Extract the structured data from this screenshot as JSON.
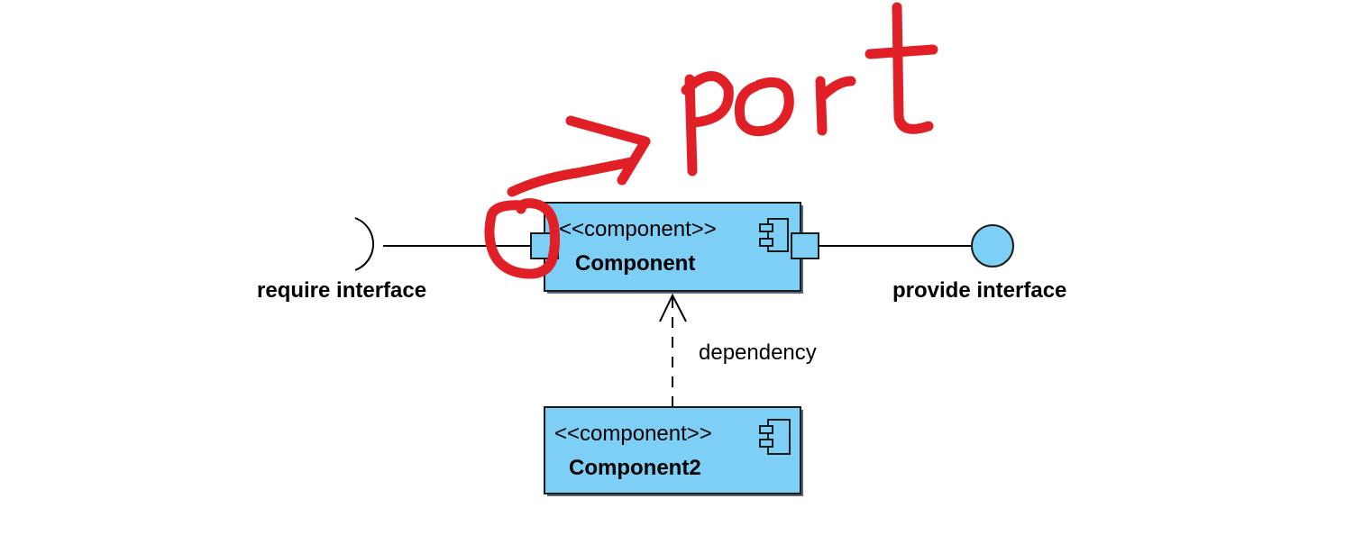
{
  "components": [
    {
      "stereotype": "<<component>>",
      "name": "Component"
    },
    {
      "stereotype": "<<component>>",
      "name": "Component2"
    }
  ],
  "labels": {
    "require_interface": "require interface",
    "provide_interface": "provide interface",
    "dependency": "dependency"
  },
  "annotation": {
    "text": "port",
    "color": "#e01f26"
  },
  "colors": {
    "component_fill": "#7ecff5",
    "interface_fill": "#7ecff5"
  }
}
